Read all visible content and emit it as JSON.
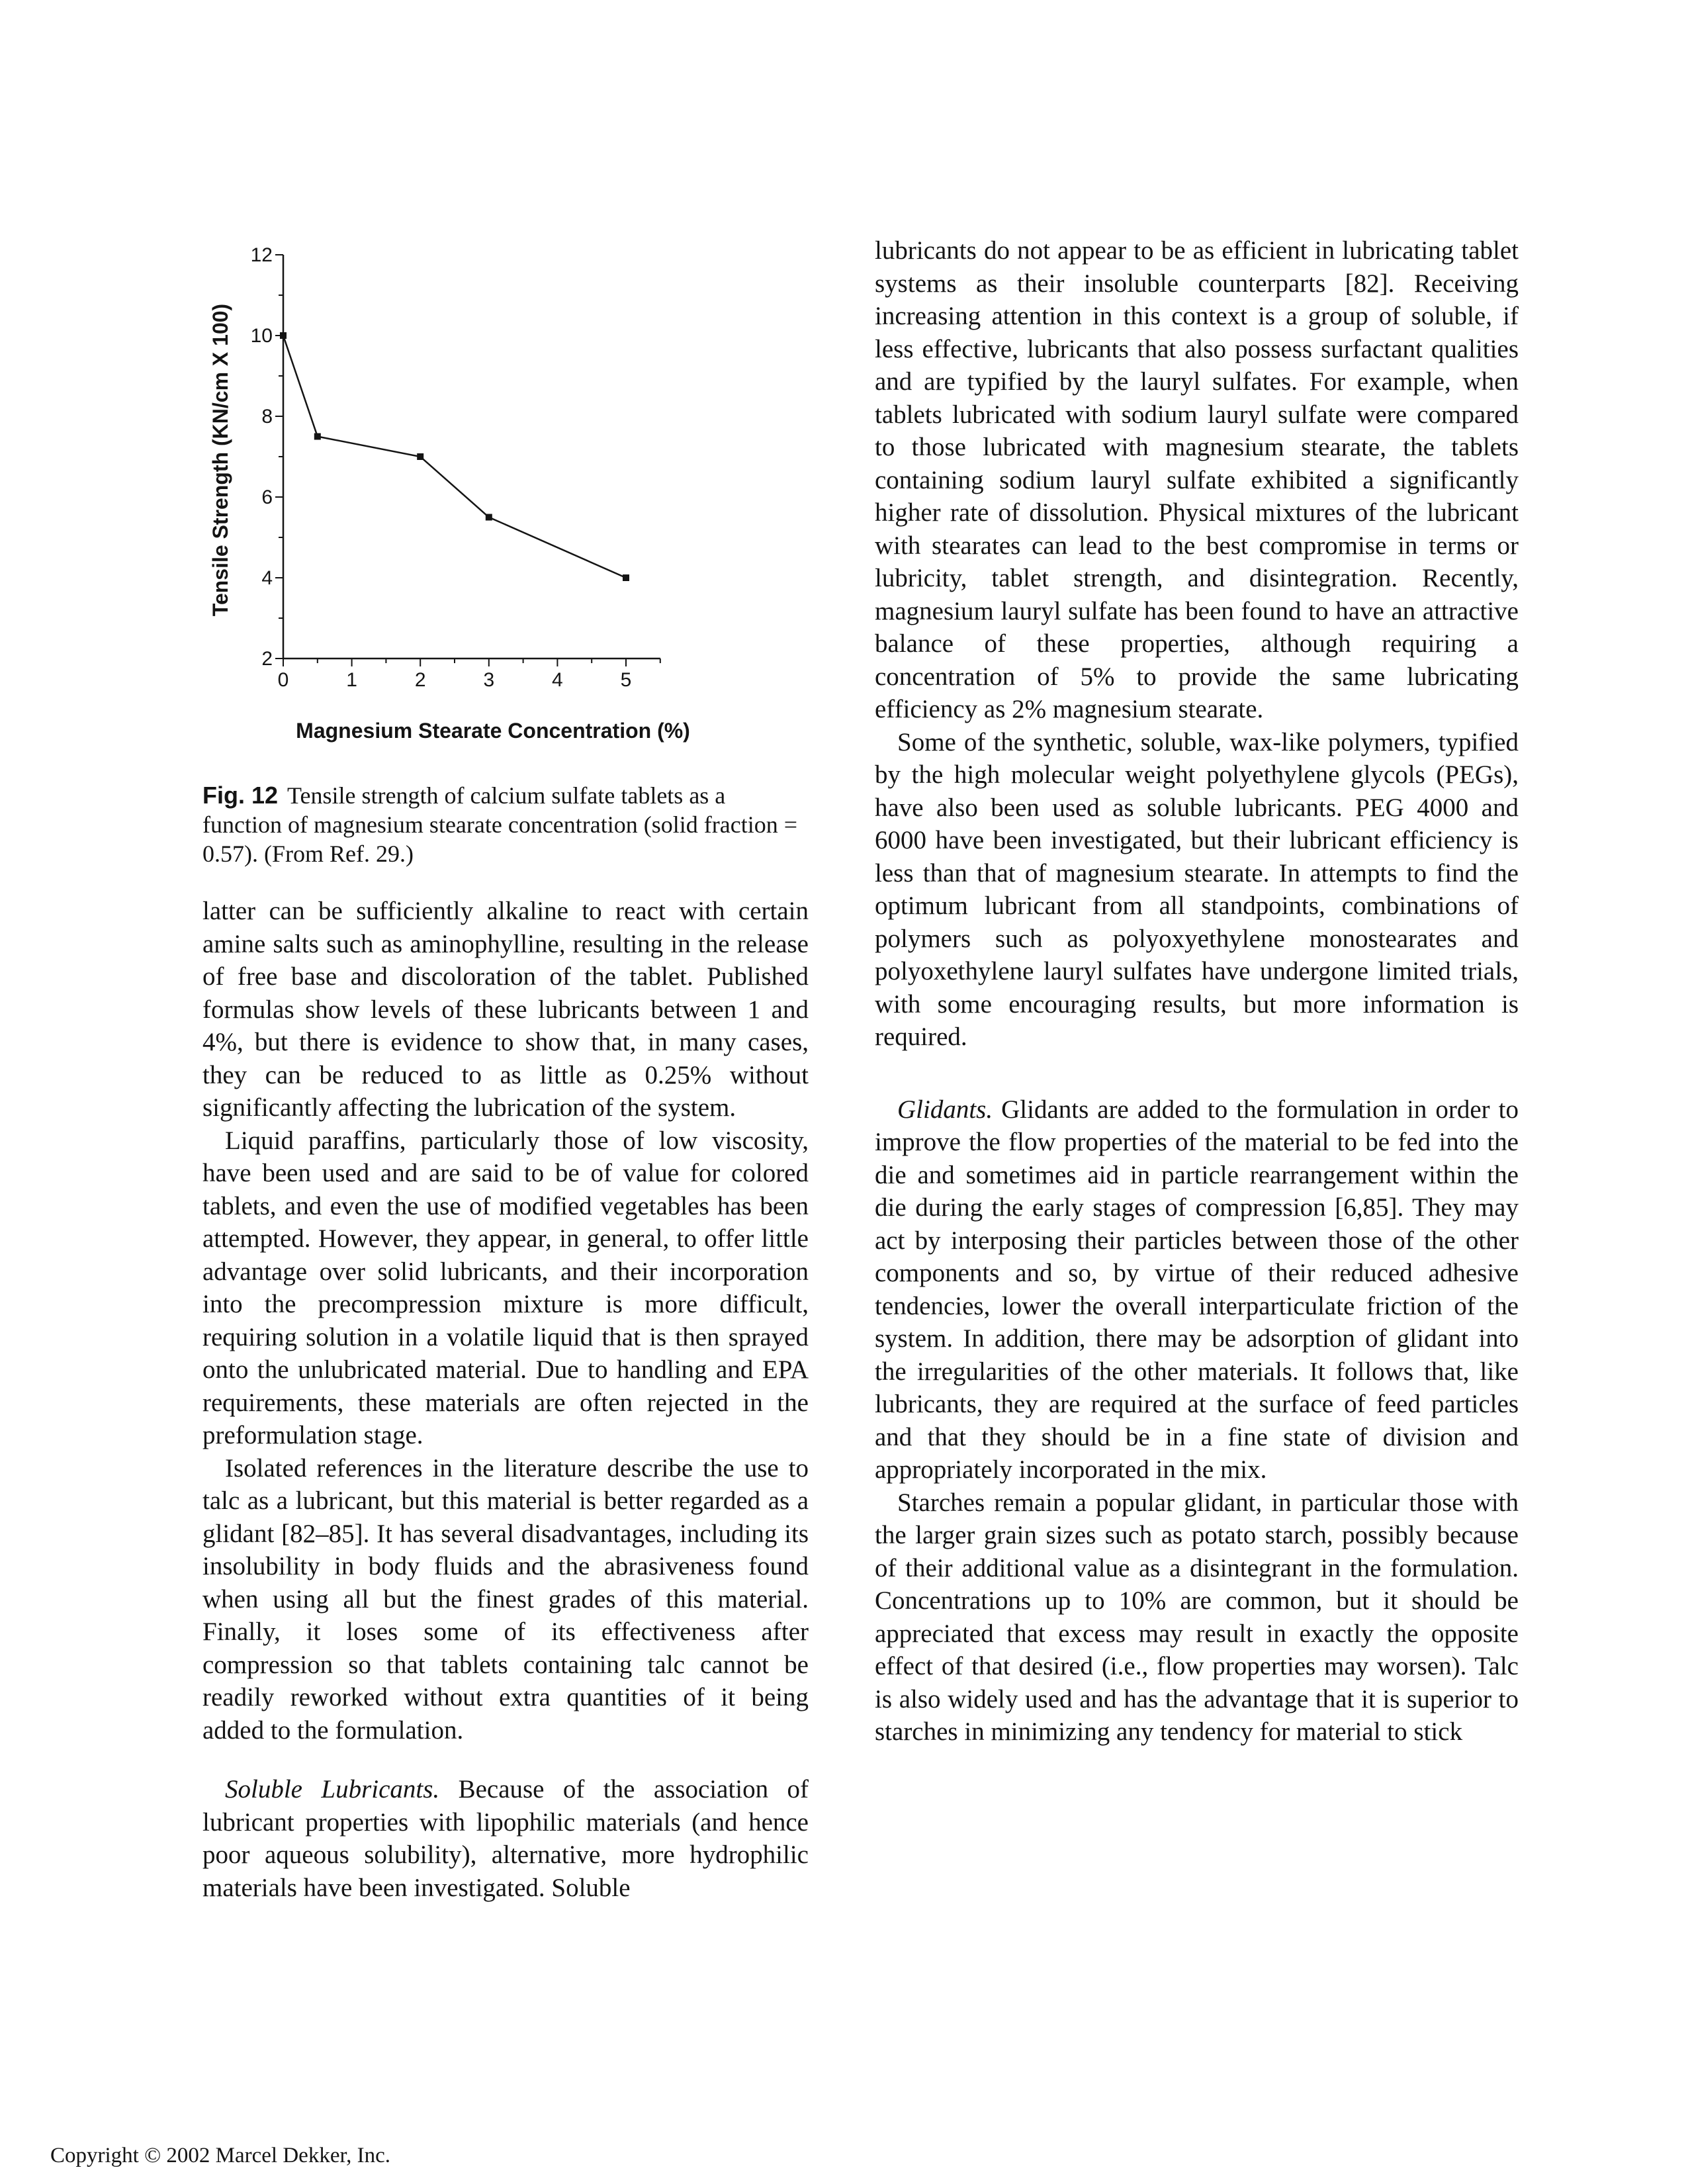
{
  "chart_data": {
    "type": "line",
    "xlabel": "Magnesium Stearate Concentration (%)",
    "ylabel": "Tensile Strength (KN/cm X 100)",
    "x_ticks": [
      "0",
      "1",
      "2",
      "3",
      "4",
      "5"
    ],
    "y_ticks": [
      "2",
      "4",
      "6",
      "8",
      "10",
      "12"
    ],
    "xlim": [
      0,
      5.5
    ],
    "ylim": [
      2,
      12
    ],
    "series": [
      {
        "x": [
          0,
          0.5,
          2,
          3,
          5
        ],
        "y": [
          10,
          7.5,
          7,
          5.5,
          4
        ]
      }
    ]
  },
  "caption": {
    "label": "Fig. 12",
    "text": "Tensile strength of calcium sulfate tablets as a function of magnesium stearate concentration (solid fraction = 0.57). (From Ref. 29.)"
  },
  "left_column": {
    "p1": "latter can be sufficiently alkaline to react with certain amine salts such as aminophylline, resulting in the release of free base and discoloration of the tablet. Published formulas show levels of these lubricants between 1 and 4%, but there is evidence to show that, in many cases, they can be reduced to as little as 0.25% without significantly affecting the lubrication of the system.",
    "p2": "Liquid paraffins, particularly those of low viscosity, have been used and are said to be of value for colored tablets, and even the use of modified vegetables has been attempted. However, they appear, in general, to offer little advantage over solid lubricants, and their incorporation into the precompression mixture is more difficult, requiring solution in a volatile liquid that is then sprayed onto the unlubricated material. Due to handling and EPA requirements, these materials are often rejected in the preformulation stage.",
    "p3": "Isolated references in the literature describe the use to talc as a lubricant, but this material is better regarded as a glidant [82–85]. It has several disadvantages, including its insolubility in body fluids and the abrasiveness found when using all but the finest grades of this material. Finally, it loses some of its effectiveness after compression so that tablets containing talc cannot be readily reworked without extra quantities of it being added to the formulation.",
    "p4_heading": "Soluble Lubricants.",
    "p4": "Because of the association of lubricant properties with lipophilic materials (and hence poor aqueous solubility), alternative, more hydrophilic materials have been investigated. Soluble"
  },
  "right_column": {
    "p1": "lubricants do not appear to be as efficient in lubricating tablet systems as their insoluble counterparts [82]. Receiving increasing attention in this context is a group of soluble, if less effective, lubricants that also possess surfactant qualities and are typified by the lauryl sulfates. For example, when tablets lubricated with sodium lauryl sulfate were compared to those lubricated with magnesium stearate, the tablets containing sodium lauryl sulfate exhibited a significantly higher rate of dissolution. Physical mixtures of the lubricant with stearates can lead to the best compromise in terms or lubricity, tablet strength, and disintegration. Recently, magnesium lauryl sulfate has been found to have an attractive balance of these properties, although requiring a concentration of 5% to provide the same lubricating efficiency as 2% magnesium stearate.",
    "p2": "Some of the synthetic, soluble, wax-like polymers, typified by the high molecular weight polyethylene glycols (PEGs), have also been used as soluble lubricants. PEG 4000 and 6000 have been investigated, but their lubricant efficiency is less than that of magnesium stearate. In attempts to find the optimum lubricant from all standpoints, combinations of polymers such as polyoxyethylene monostearates and polyoxethylene lauryl sulfates have undergone limited trials, with some encouraging results, but more information is required.",
    "p3_heading": "Glidants.",
    "p3": "Glidants are added to the formulation in order to improve the flow properties of the material to be fed into the die and sometimes aid in particle rearrangement within the die during the early stages of compression [6,85]. They may act by interposing their particles between those of the other components and so, by virtue of their reduced adhesive tendencies, lower the overall interparticulate friction of the system. In addition, there may be adsorption of glidant into the irregularities of the other materials. It follows that, like lubricants, they are required at the surface of feed particles and that they should be in a fine state of division and appropriately incorporated in the mix.",
    "p4": "Starches remain a popular glidant, in particular those with the larger grain sizes such as potato starch, possibly because of their additional value as a disintegrant in the formulation. Concentrations up to 10% are common, but it should be appreciated that excess may result in exactly the opposite effect of that desired (i.e., flow properties may worsen). Talc is also widely used and has the advantage that it is superior to starches in minimizing any tendency for material to stick"
  },
  "footer": "Copyright © 2002 Marcel Dekker, Inc."
}
